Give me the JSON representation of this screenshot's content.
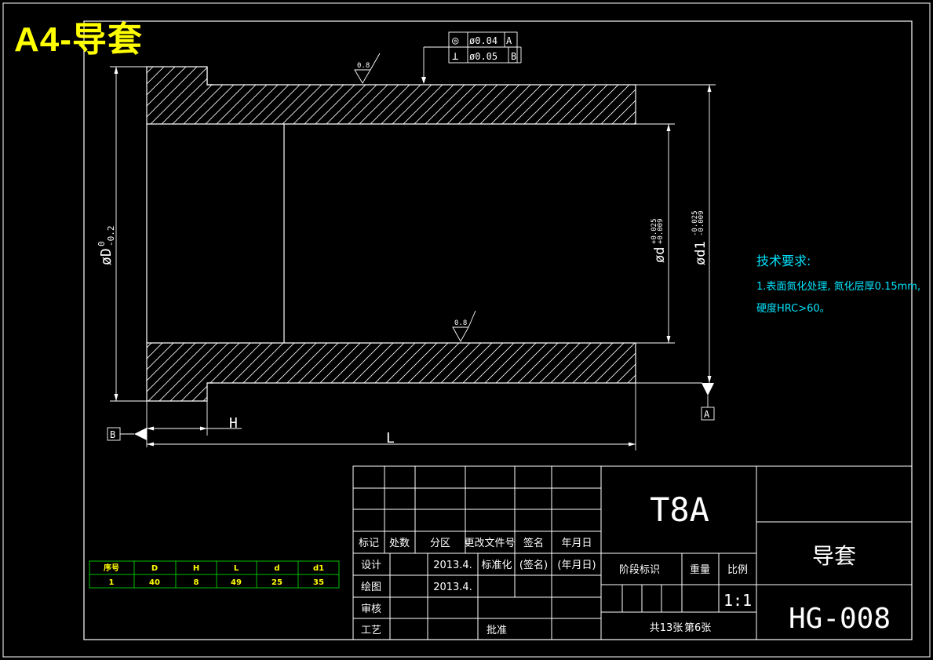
{
  "title": "A4-导套",
  "roughness": [
    "0.8",
    "0.8"
  ],
  "gdt": {
    "row1": {
      "symbol": "◎",
      "value": "ø0.04",
      "datum": "A"
    },
    "row2": {
      "symbol": "⊥",
      "value": "ø0.05",
      "datum": "B"
    }
  },
  "datums": {
    "a": "A",
    "b": "B"
  },
  "dims": {
    "outer": "øD",
    "outer_tol_upper": "0",
    "outer_tol_lower": "-0.2",
    "bore": "ød",
    "bore_tol_upper": "+0.025",
    "bore_tol_lower": "+0.009",
    "shaft": "ød1",
    "shaft_tol_upper": "-0.025",
    "shaft_tol_lower": "-0.009",
    "h": "H",
    "l": "L"
  },
  "tech": {
    "heading": "技术要求:",
    "line1": "1.表面氮化处理, 氮化层厚0.15mm,",
    "line2": "硬度HRC>60。"
  },
  "param_table": {
    "headers": [
      "序号",
      "D",
      "H",
      "L",
      "d",
      "d1"
    ],
    "row": [
      "1",
      "40",
      "8",
      "49",
      "25",
      "35"
    ]
  },
  "title_block": {
    "header": [
      "标记",
      "处数",
      "分区",
      "更改文件号",
      "签名",
      "年月日"
    ],
    "design": {
      "label": "设计",
      "date": "2013.4.",
      "std_label": "标准化",
      "sign": "(签名)",
      "date_label": "(年月日)"
    },
    "drawing": {
      "label": "绘图",
      "date": "2013.4."
    },
    "check": {
      "label": "审核"
    },
    "craft": {
      "label": "工艺",
      "approve": "批准"
    },
    "material": "T8A",
    "stage_label": "阶段标识",
    "weight_label": "重量",
    "scale_label": "比例",
    "scale": "1:1",
    "sheets": "共13张",
    "sheet_no": "第6张",
    "part_name": "导套",
    "drawing_no": "HG-008"
  }
}
